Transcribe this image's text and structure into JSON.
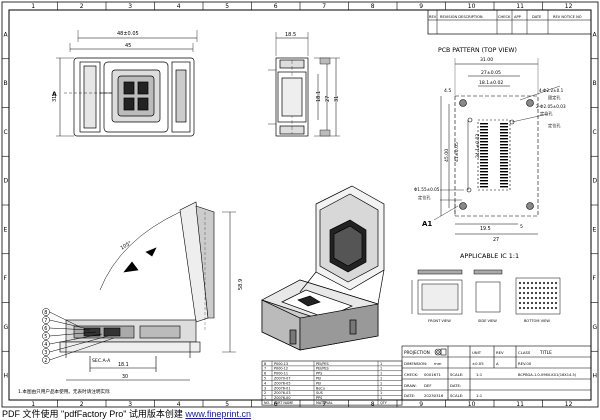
{
  "border": {
    "cols_top": [
      "1",
      "2",
      "3",
      "4",
      "5",
      "6",
      "7",
      "8",
      "9",
      "10",
      "11",
      "12"
    ],
    "cols_bottom": [
      "1",
      "2",
      "3",
      "4",
      "5",
      "6",
      "7",
      "8",
      "9",
      "10",
      "11",
      "12"
    ],
    "rows_left": [
      "A",
      "B",
      "C",
      "D",
      "E",
      "F",
      "G",
      "H"
    ],
    "rows_right": [
      "A",
      "B",
      "C",
      "D",
      "E",
      "F",
      "G",
      "H"
    ]
  },
  "revision": {
    "h_rev": "REV",
    "h_desc": "REVISION DESCRIPTION",
    "h_chk": "CHECK",
    "h_app": "APP",
    "h_date": "DATE",
    "h_notice": "REV NOTICE NO"
  },
  "top_view": {
    "dim_outer": "48±0.05",
    "dim_inner": "45",
    "dim_side": "31",
    "section": "A"
  },
  "side_view": {
    "dim_top": "18.5",
    "dim_a": "18.1",
    "dim_b": "27",
    "dim_c": "31"
  },
  "pcb": {
    "title": "PCB PATTERN (TOP VIEW)",
    "dim_31": "31.00",
    "dim_27": "27±0.05",
    "dim_18": "18.1±0.02",
    "hole_note_1": "4-Φ2.2±0.1",
    "hole_note_1b": "固定孔",
    "hole_note_2": "2-Φ2.05±0.03",
    "hole_note_2b": "定位孔",
    "hole_note_3": "定位孔",
    "hole_note_4": "Φ1.55±0.05",
    "hole_note_4b": "定位孔",
    "dim_45": "45.00",
    "dim_41": "41±0.05",
    "dim_24": "24.1±0.02",
    "dim_195": "19.5",
    "dim_27b": "27",
    "dim_5": "5",
    "dim_45s": "4.5",
    "marker": "A1"
  },
  "ic": {
    "title": "APPLICABLE IC 1:1",
    "front": "FRONT VIEW",
    "side": "SIDE VIEW",
    "bottom": "BOTTOM VIEW"
  },
  "section": {
    "label": "SEC.A-A",
    "dim": "18.1",
    "dim_b": "30",
    "angle": "105°",
    "height": "58.9"
  },
  "note": "1.本图由只用户品本使用。无表时请注明实际",
  "parts": {
    "headers": [
      "NO.",
      "PART NAME",
      "MATERIAL",
      "QTY"
    ],
    "rows": [
      [
        "8",
        "P000-13",
        "PEI/PES",
        "1"
      ],
      [
        "7",
        "P000-12",
        "PEI/PES",
        "1"
      ],
      [
        "6",
        "P000-11",
        "PPS",
        "1"
      ],
      [
        "5",
        "Z0070-07",
        "PEI",
        "1"
      ],
      [
        "4",
        "Z0076-05",
        "PEI",
        "1"
      ],
      [
        "3",
        "Z0076-01",
        "BeCu",
        "1"
      ],
      [
        "2",
        "Z0076-03",
        "SUS",
        "1"
      ],
      [
        "1",
        "Z0076-00",
        "PPS",
        "1"
      ]
    ]
  },
  "title_block": {
    "projection": "PROJECTION",
    "scale_label": "SCALE:",
    "scale": "1:1",
    "dimension": "DIMENSION:",
    "dimension_val": "mm",
    "checked": "CHECK:",
    "checked_val": "0001671",
    "drawn": "DRAW:",
    "drawn_val": "DEF",
    "date_label": "DATE:",
    "date_val": "20230316",
    "unit": "UNIT",
    "unit_val": "±0.05",
    "rev_l": "REV",
    "rev_v": "A",
    "class_l": "CLASS",
    "title_l": "TITLE",
    "rev_no": "REV.00",
    "part_no": "BCPBGA-1.0-0960-K01(16X14.5)",
    "sheet": "1:1"
  },
  "footer": {
    "text": "PDF 文件使用 \"pdfFactory Pro\" 试用版本创建 ",
    "url": "www.fineprint.cn"
  }
}
